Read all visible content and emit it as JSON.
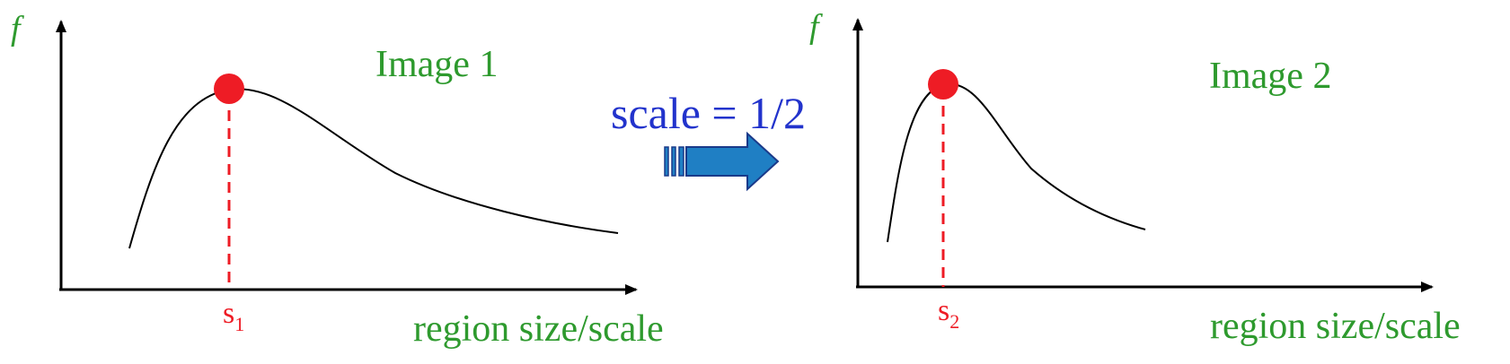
{
  "colors": {
    "axis": "#000000",
    "curve": "#000000",
    "label_green": "#2e9a2e",
    "marker_red": "#ee1c25",
    "scale_blue": "#2233cc",
    "arrow_fill": "#1f7fc4",
    "arrow_stroke": "#1a3a8a"
  },
  "left_panel": {
    "y_axis_label": "f",
    "image_label": "Image 1",
    "x_axis_label": "region size/scale",
    "peak_label_main": "s",
    "peak_label_sub": "1"
  },
  "right_panel": {
    "y_axis_label": "f",
    "image_label": "Image 2",
    "x_axis_label": "region size/scale",
    "peak_label_main": "s",
    "peak_label_sub": "2"
  },
  "transform": {
    "label": "scale = 1/2",
    "arrow_icon": "right-arrow-icon"
  }
}
